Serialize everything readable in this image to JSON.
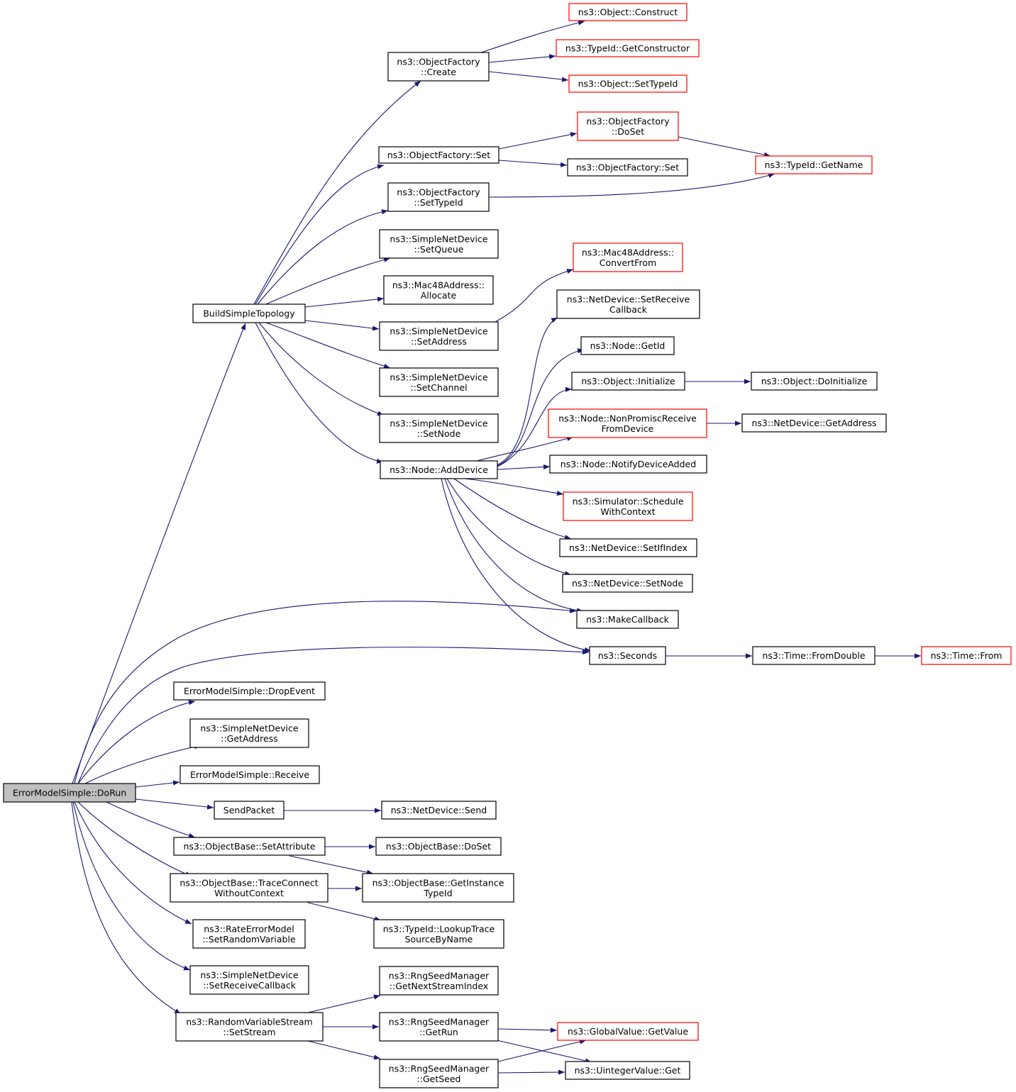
{
  "diagram": {
    "colors": {
      "edge": "#191970",
      "node_border": "#000000",
      "truncated_node_border": "#ff0000",
      "root_fill": "#bfbfbf",
      "background": "#ffffff"
    },
    "nodes": [
      {
        "id": "dorun",
        "lines": [
          "ErrorModelSimple::DoRun"
        ],
        "style": "root"
      },
      {
        "id": "buildsimpletopology",
        "lines": [
          "BuildSimpleTopology"
        ],
        "style": "normal"
      },
      {
        "id": "of-create",
        "lines": [
          "ns3::ObjectFactory",
          "::Create"
        ],
        "style": "normal"
      },
      {
        "id": "obj-construct",
        "lines": [
          "ns3::Object::Construct"
        ],
        "style": "truncated"
      },
      {
        "id": "typeid-getconstructor",
        "lines": [
          "ns3::TypeId::GetConstructor"
        ],
        "style": "truncated"
      },
      {
        "id": "obj-settypeid",
        "lines": [
          "ns3::Object::SetTypeId"
        ],
        "style": "truncated"
      },
      {
        "id": "of-doset",
        "lines": [
          "ns3::ObjectFactory",
          "::DoSet"
        ],
        "style": "truncated"
      },
      {
        "id": "of-set-1",
        "lines": [
          "ns3::ObjectFactory::Set"
        ],
        "style": "normal"
      },
      {
        "id": "of-set-2",
        "lines": [
          "ns3::ObjectFactory::Set"
        ],
        "style": "normal"
      },
      {
        "id": "typeid-getname",
        "lines": [
          "ns3::TypeId::GetName"
        ],
        "style": "truncated"
      },
      {
        "id": "of-settypeid",
        "lines": [
          "ns3::ObjectFactory",
          "::SetTypeId"
        ],
        "style": "normal"
      },
      {
        "id": "snd-setqueue",
        "lines": [
          "ns3::SimpleNetDevice",
          "::SetQueue"
        ],
        "style": "normal"
      },
      {
        "id": "mac48-allocate",
        "lines": [
          "ns3::Mac48Address::",
          "Allocate"
        ],
        "style": "normal"
      },
      {
        "id": "mac48-convertfrom",
        "lines": [
          "ns3::Mac48Address::",
          "ConvertFrom"
        ],
        "style": "truncated"
      },
      {
        "id": "snd-setaddress",
        "lines": [
          "ns3::SimpleNetDevice",
          "::SetAddress"
        ],
        "style": "normal"
      },
      {
        "id": "snd-setchannel",
        "lines": [
          "ns3::SimpleNetDevice",
          "::SetChannel"
        ],
        "style": "normal"
      },
      {
        "id": "snd-setnode",
        "lines": [
          "ns3::SimpleNetDevice",
          "::SetNode"
        ],
        "style": "normal"
      },
      {
        "id": "node-adddevice",
        "lines": [
          "ns3::Node::AddDevice"
        ],
        "style": "normal"
      },
      {
        "id": "nd-setreceivecallback",
        "lines": [
          "ns3::NetDevice::SetReceive",
          "Callback"
        ],
        "style": "normal"
      },
      {
        "id": "node-getid",
        "lines": [
          "ns3::Node::GetId"
        ],
        "style": "normal"
      },
      {
        "id": "obj-initialize",
        "lines": [
          "ns3::Object::Initialize"
        ],
        "style": "normal"
      },
      {
        "id": "obj-doinitialize",
        "lines": [
          "ns3::Object::DoInitialize"
        ],
        "style": "normal"
      },
      {
        "id": "node-nonpromisc",
        "lines": [
          "ns3::Node::NonPromiscReceive",
          "FromDevice"
        ],
        "style": "truncated"
      },
      {
        "id": "nd-getaddress",
        "lines": [
          "ns3::NetDevice::GetAddress"
        ],
        "style": "normal"
      },
      {
        "id": "node-notifydeviceadded",
        "lines": [
          "ns3::Node::NotifyDeviceAdded"
        ],
        "style": "normal"
      },
      {
        "id": "sim-schedulewithcontext",
        "lines": [
          "ns3::Simulator::Schedule",
          "WithContext"
        ],
        "style": "truncated"
      },
      {
        "id": "nd-setifindex",
        "lines": [
          "ns3::NetDevice::SetIfIndex"
        ],
        "style": "normal"
      },
      {
        "id": "nd-setnode",
        "lines": [
          "ns3::NetDevice::SetNode"
        ],
        "style": "normal"
      },
      {
        "id": "makecallback",
        "lines": [
          "ns3::MakeCallback"
        ],
        "style": "normal"
      },
      {
        "id": "seconds",
        "lines": [
          "ns3::Seconds"
        ],
        "style": "normal"
      },
      {
        "id": "time-fromdouble",
        "lines": [
          "ns3::Time::FromDouble"
        ],
        "style": "normal"
      },
      {
        "id": "time-from",
        "lines": [
          "ns3::Time::From"
        ],
        "style": "truncated"
      },
      {
        "id": "ems-dropevent",
        "lines": [
          "ErrorModelSimple::DropEvent"
        ],
        "style": "normal"
      },
      {
        "id": "snd-getaddress",
        "lines": [
          "ns3::SimpleNetDevice",
          "::GetAddress"
        ],
        "style": "normal"
      },
      {
        "id": "ems-receive",
        "lines": [
          "ErrorModelSimple::Receive"
        ],
        "style": "normal"
      },
      {
        "id": "sendpacket",
        "lines": [
          "SendPacket"
        ],
        "style": "normal"
      },
      {
        "id": "nd-send",
        "lines": [
          "ns3::NetDevice::Send"
        ],
        "style": "normal"
      },
      {
        "id": "ob-setattribute",
        "lines": [
          "ns3::ObjectBase::SetAttribute"
        ],
        "style": "normal"
      },
      {
        "id": "ob-doset",
        "lines": [
          "ns3::ObjectBase::DoSet"
        ],
        "style": "normal"
      },
      {
        "id": "ob-traceconnect",
        "lines": [
          "ns3::ObjectBase::TraceConnect",
          "WithoutContext"
        ],
        "style": "normal"
      },
      {
        "id": "ob-getinstancetypeid",
        "lines": [
          "ns3::ObjectBase::GetInstance",
          "TypeId"
        ],
        "style": "normal"
      },
      {
        "id": "typeid-lookuptrace",
        "lines": [
          "ns3::TypeId::LookupTrace",
          "SourceByName"
        ],
        "style": "normal"
      },
      {
        "id": "rem-setrandomvariable",
        "lines": [
          "ns3::RateErrorModel",
          "::SetRandomVariable"
        ],
        "style": "normal"
      },
      {
        "id": "snd-setreceivecallback",
        "lines": [
          "ns3::SimpleNetDevice",
          "::SetReceiveCallback"
        ],
        "style": "normal"
      },
      {
        "id": "rvs-setstream",
        "lines": [
          "ns3::RandomVariableStream",
          "::SetStream"
        ],
        "style": "normal"
      },
      {
        "id": "rng-getnextstreamindex",
        "lines": [
          "ns3::RngSeedManager",
          "::GetNextStreamIndex"
        ],
        "style": "normal"
      },
      {
        "id": "rng-getrun",
        "lines": [
          "ns3::RngSeedManager",
          "::GetRun"
        ],
        "style": "normal"
      },
      {
        "id": "rng-getseed",
        "lines": [
          "ns3::RngSeedManager",
          "::GetSeed"
        ],
        "style": "normal"
      },
      {
        "id": "gv-getvalue",
        "lines": [
          "ns3::GlobalValue::GetValue"
        ],
        "style": "truncated"
      },
      {
        "id": "uint-get",
        "lines": [
          "ns3::UintegerValue::Get"
        ],
        "style": "normal"
      }
    ],
    "edges": [
      [
        "dorun",
        "buildsimpletopology"
      ],
      [
        "dorun",
        "makecallback"
      ],
      [
        "dorun",
        "seconds"
      ],
      [
        "dorun",
        "ems-dropevent"
      ],
      [
        "dorun",
        "snd-getaddress"
      ],
      [
        "dorun",
        "ems-receive"
      ],
      [
        "dorun",
        "sendpacket"
      ],
      [
        "dorun",
        "ob-setattribute"
      ],
      [
        "dorun",
        "ob-traceconnect"
      ],
      [
        "dorun",
        "rem-setrandomvariable"
      ],
      [
        "dorun",
        "snd-setreceivecallback"
      ],
      [
        "dorun",
        "rvs-setstream"
      ],
      [
        "buildsimpletopology",
        "of-create"
      ],
      [
        "buildsimpletopology",
        "of-set-1"
      ],
      [
        "buildsimpletopology",
        "of-settypeid"
      ],
      [
        "buildsimpletopology",
        "snd-setqueue"
      ],
      [
        "buildsimpletopology",
        "mac48-allocate"
      ],
      [
        "buildsimpletopology",
        "snd-setaddress"
      ],
      [
        "buildsimpletopology",
        "snd-setchannel"
      ],
      [
        "buildsimpletopology",
        "snd-setnode"
      ],
      [
        "buildsimpletopology",
        "node-adddevice"
      ],
      [
        "of-create",
        "obj-construct"
      ],
      [
        "of-create",
        "typeid-getconstructor"
      ],
      [
        "of-create",
        "obj-settypeid"
      ],
      [
        "of-set-1",
        "of-doset"
      ],
      [
        "of-set-1",
        "of-set-2"
      ],
      [
        "of-doset",
        "typeid-getname"
      ],
      [
        "of-settypeid",
        "typeid-getname"
      ],
      [
        "snd-setaddress",
        "mac48-convertfrom"
      ],
      [
        "node-adddevice",
        "nd-setreceivecallback"
      ],
      [
        "node-adddevice",
        "node-getid"
      ],
      [
        "node-adddevice",
        "obj-initialize"
      ],
      [
        "node-adddevice",
        "node-nonpromisc"
      ],
      [
        "node-adddevice",
        "node-notifydeviceadded"
      ],
      [
        "node-adddevice",
        "sim-schedulewithcontext"
      ],
      [
        "node-adddevice",
        "nd-setifindex"
      ],
      [
        "node-adddevice",
        "nd-setnode"
      ],
      [
        "node-adddevice",
        "makecallback"
      ],
      [
        "node-adddevice",
        "seconds"
      ],
      [
        "obj-initialize",
        "obj-doinitialize"
      ],
      [
        "node-nonpromisc",
        "nd-getaddress"
      ],
      [
        "seconds",
        "time-fromdouble"
      ],
      [
        "time-fromdouble",
        "time-from"
      ],
      [
        "sendpacket",
        "nd-send"
      ],
      [
        "ob-setattribute",
        "ob-doset"
      ],
      [
        "ob-setattribute",
        "ob-getinstancetypeid"
      ],
      [
        "ob-traceconnect",
        "ob-getinstancetypeid"
      ],
      [
        "ob-traceconnect",
        "typeid-lookuptrace"
      ],
      [
        "rvs-setstream",
        "rng-getnextstreamindex"
      ],
      [
        "rvs-setstream",
        "rng-getrun"
      ],
      [
        "rvs-setstream",
        "rng-getseed"
      ],
      [
        "rng-getrun",
        "gv-getvalue"
      ],
      [
        "rng-getrun",
        "uint-get"
      ],
      [
        "rng-getseed",
        "gv-getvalue"
      ],
      [
        "rng-getseed",
        "uint-get"
      ]
    ]
  }
}
